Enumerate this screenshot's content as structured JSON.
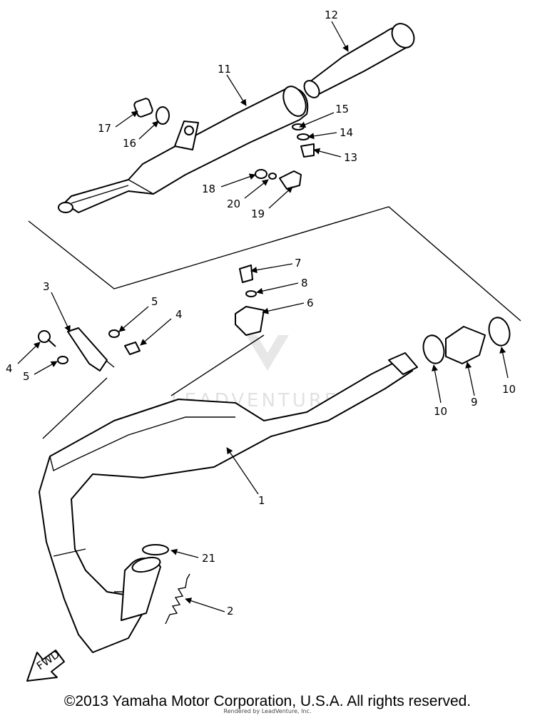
{
  "callouts": {
    "p1": "1",
    "p2": "2",
    "p3": "3",
    "p4a": "4",
    "p4b": "4",
    "p5a": "5",
    "p5b": "5",
    "p6": "6",
    "p7": "7",
    "p8": "8",
    "p9": "9",
    "p10a": "10",
    "p10b": "10",
    "p11": "11",
    "p12": "12",
    "p13": "13",
    "p14": "14",
    "p15": "15",
    "p16": "16",
    "p17": "17",
    "p18": "18",
    "p19": "19",
    "p20": "20",
    "p21": "21"
  },
  "direction_label": "FWD",
  "watermark": "LEADVENTURE",
  "footer": {
    "copyright": "©2013 Yamaha Motor Corporation, U.S.A. All rights reserved.",
    "rendered_by": "Rendered by LeadVenture, Inc."
  }
}
